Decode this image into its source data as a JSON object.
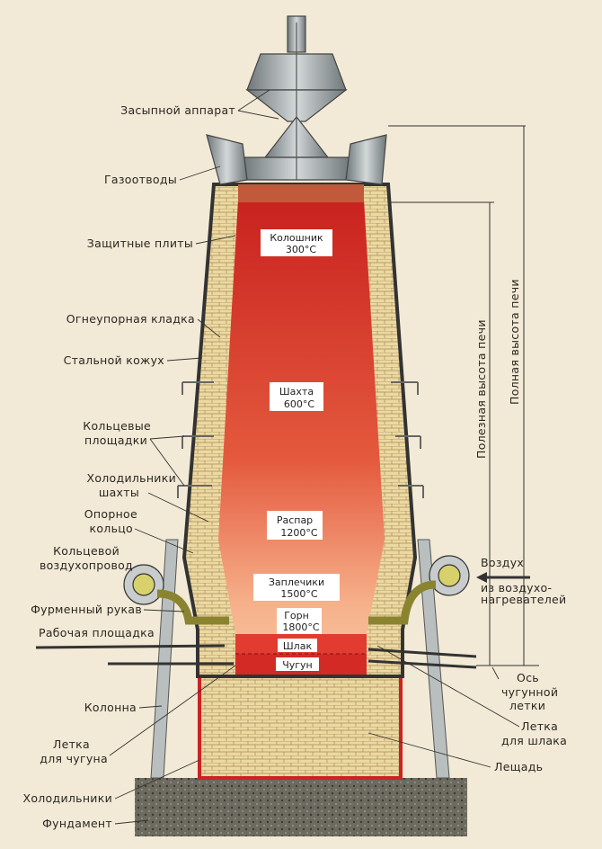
{
  "title": "Доменная печь",
  "labels_left": {
    "charging": "Засыпной аппарат",
    "gas_outlets": "Газоотводы",
    "protective_plates": "Защитные плиты",
    "refractory": "Огнеупорная кладка",
    "steel_shell": "Стальной кожух",
    "ring_platforms_1": "Кольцевые",
    "ring_platforms_2": "площадки",
    "shaft_coolers_1": "Холодильники",
    "shaft_coolers_2": "шахты",
    "support_ring_1": "Опорное",
    "support_ring_2": "кольцо",
    "bustle_pipe_1": "Кольцевой",
    "bustle_pipe_2": "воздухопровод",
    "tuyere_stock": "Фурменный рукав",
    "work_platform": "Рабочая площадка",
    "column": "Колонна",
    "iron_notch_1": "Летка",
    "iron_notch_2": "для чугуна",
    "coolers": "Холодильники",
    "foundation": "Фундамент"
  },
  "labels_right": {
    "air_1": "Воздух",
    "air_2": "из воздухо-",
    "air_3": "нагревателей",
    "axis_1": "Ось",
    "axis_2": "чугунной",
    "axis_3": "летки",
    "slag_notch_1": "Летка",
    "slag_notch_2": "для шлака",
    "hearth_bottom": "Лещадь",
    "useful_height": "Полезная высота печи",
    "full_height": "Полная высота печи"
  },
  "zones": [
    {
      "name": "Колошник",
      "temp": "300°C"
    },
    {
      "name": "Шахта",
      "temp": "600°C"
    },
    {
      "name": "Распар",
      "temp": "1200°C"
    },
    {
      "name": "Заплечики",
      "temp": "1500°C"
    },
    {
      "name": "Горн",
      "temp": "1800°C"
    }
  ],
  "layers": {
    "slag": "Шлак",
    "iron": "Чугун"
  },
  "colors": {
    "background": "#f2ead6",
    "hot_top": "#d42a26",
    "hot_bottom": "#f6b48a",
    "brick": "#e8d49a",
    "steel": "#9aa3a6",
    "shell": "#4a4a4a"
  }
}
